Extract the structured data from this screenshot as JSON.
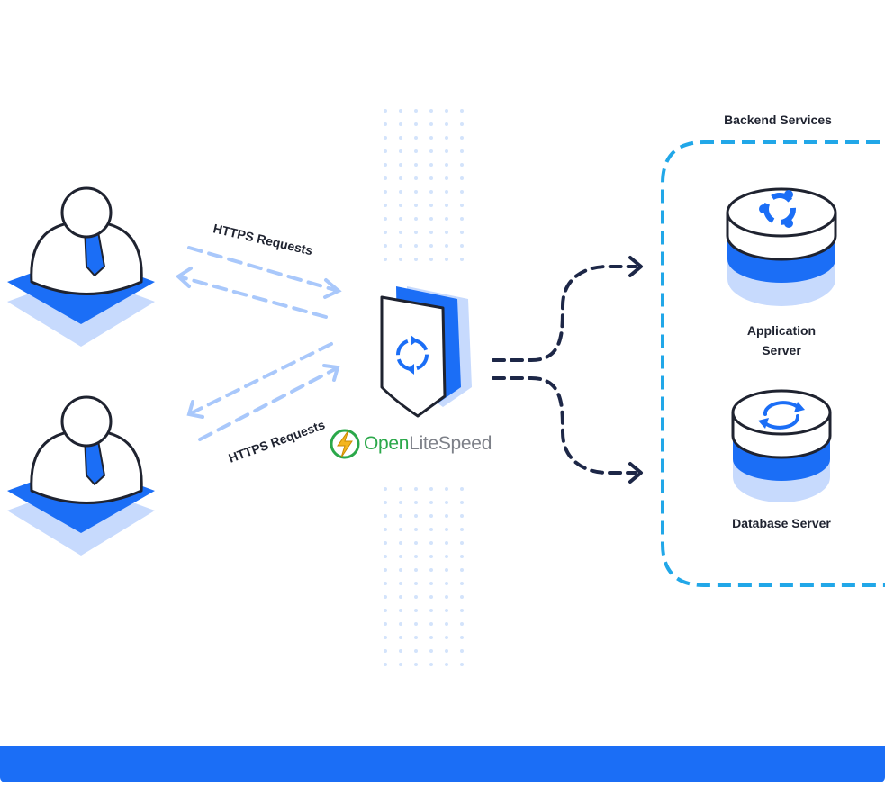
{
  "diagram": {
    "requests_top_label": "HTTPS Requests",
    "requests_bottom_label": "HTTPS Requests",
    "proxy_brand_open": "Open",
    "proxy_brand_rest": "LiteSpeed",
    "backend_title": "Backend Services",
    "app_server_line1": "Application",
    "app_server_line2": "Server",
    "db_server_label": "Database Server"
  },
  "colors": {
    "primary_blue": "#1b6ef6",
    "light_blue": "#c7dafd",
    "dashed_light": "#a9c8fb",
    "dashed_dark": "#1d2747",
    "backend_border": "#21a7e8",
    "dot_color": "#d3e3fb"
  },
  "icons": [
    "user-icon",
    "shield-icon",
    "server-icon",
    "ubuntu-icon",
    "sync-icon",
    "bolt-icon"
  ]
}
